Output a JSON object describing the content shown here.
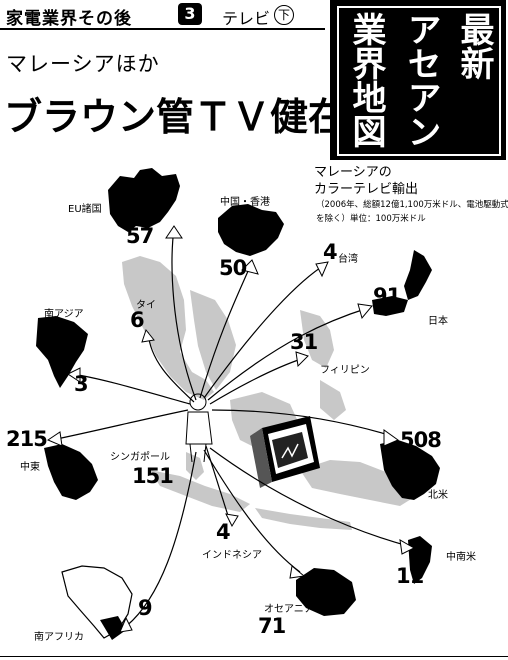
{
  "header": {
    "series": "家電業界その後",
    "part": "3",
    "topic": "テレビ",
    "topic_circled": "下"
  },
  "subtitle": "マレーシアほか",
  "title": "ブラウン管ＴＶ健在",
  "badge": {
    "col_right": "最新",
    "col_mid": "アセアン",
    "col_left": "業界地図"
  },
  "legend": {
    "title_line1": "マレーシアの",
    "title_line2": "カラーテレビ輸出",
    "note_line1": "（2006年、総額12億1,100万米ドル、電池駆動式",
    "note_line2": "を除く）単位：100万米ドル"
  },
  "regions": [
    {
      "name": "EU諸国",
      "value": "57"
    },
    {
      "name": "中国・香港",
      "value": "50"
    },
    {
      "name": "台湾",
      "value": "4"
    },
    {
      "name": "日本",
      "value": "91"
    },
    {
      "name": "南アジア",
      "value": "3"
    },
    {
      "name": "タイ",
      "value": "6"
    },
    {
      "name": "フィリピン",
      "value": "31"
    },
    {
      "name": "中東",
      "value": "215"
    },
    {
      "name": "シンガポール",
      "value": "151"
    },
    {
      "name": "北米",
      "value": "508"
    },
    {
      "name": "インドネシア",
      "value": "4"
    },
    {
      "name": "中南米",
      "value": "11"
    },
    {
      "name": "オセアニア",
      "value": "71"
    },
    {
      "name": "南アフリカ",
      "value": "9"
    }
  ],
  "colors": {
    "ink": "#000000",
    "land": "#c8c8c8",
    "paper": "#ffffff"
  }
}
